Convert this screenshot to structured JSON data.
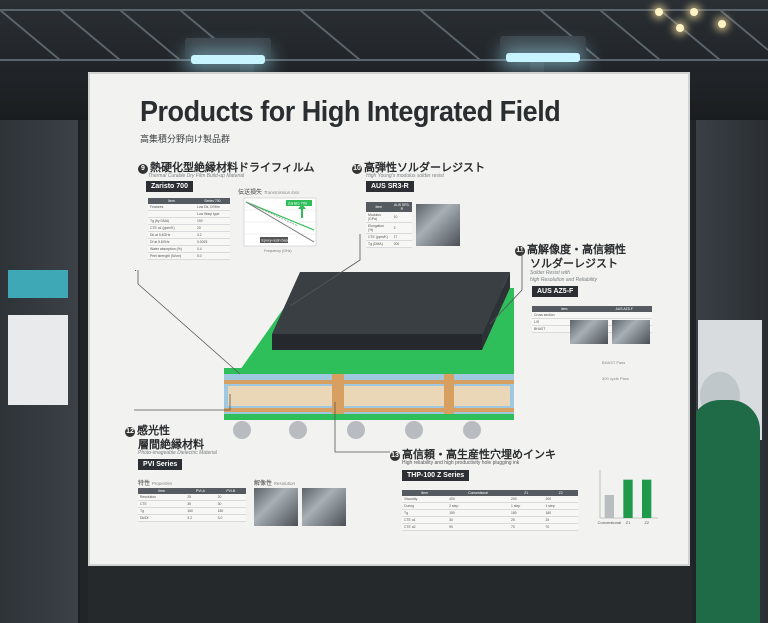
{
  "board": {
    "title": "Products for High Integrated Field",
    "subtitle": "高集積分野向け製品群"
  },
  "sections": [
    {
      "num": "9",
      "title": "熱硬化型絶縁材料ドライフィルム",
      "subtitle": "Thermal Curable Dry Film Build-up Material",
      "badge": "Zaristo 700",
      "chart_label_jp": "伝送損失",
      "chart_label_en": "Transmission loss",
      "chart_tags": [
        "Zaristo 700",
        "Epoxy-resin base"
      ],
      "chart_xlabel": "Frequency (GHz)"
    },
    {
      "num": "10",
      "title": "高弾性ソルダーレジスト",
      "subtitle": "High Young's modulus solder resist",
      "badge": "AUS SR3-R"
    },
    {
      "num": "11",
      "title_line1": "高解像度・高信頼性",
      "title_line2": "ソルダーレジスト",
      "subtitle_line1": "Solder Resist with",
      "subtitle_line2": "high Resolution and Reliability",
      "badge": "AUS AZ5-F"
    },
    {
      "num": "12",
      "title_line1": "感光性",
      "title_line2": "層間絶縁材料",
      "subtitle": "Photo-imageable Dielectric Material",
      "badge": "PVI Series",
      "props_jp": "特性",
      "props_en": "Properties",
      "res_jp": "解像性",
      "res_en": "Resolution"
    },
    {
      "num": "13",
      "title": "高信頼・高生産性穴埋めインキ",
      "subtitle": "High reliability and high productivity hole plugging ink",
      "badge": "THP-100 Z Series"
    }
  ],
  "tables": {
    "zaristo": {
      "headers": [
        "Item",
        "Series 700"
      ],
      "rows": [
        [
          "Features",
          "Low Dk, Df film"
        ],
        [
          "",
          "Low Warp type"
        ],
        [
          "Tg (by DMA)",
          "190"
        ],
        [
          "CTE α1 (ppm/K)",
          "20"
        ],
        [
          "Dk at 5.8GHz",
          "3.2"
        ],
        [
          "Df at 5.8GHz",
          "0.0025"
        ],
        [
          "Water absorption (%)",
          "0.4"
        ],
        [
          "Peel strength (N/cm)",
          "5.0"
        ]
      ]
    },
    "sr3r": {
      "headers": [
        "Item",
        "AUS SR3-R"
      ],
      "rows": [
        [
          "Modulus (GPa)",
          "10"
        ],
        [
          "Elongation (%)",
          "2"
        ],
        [
          "CTE (ppm/K)",
          "17"
        ],
        [
          "Tg (DMA)",
          "200"
        ]
      ]
    },
    "az5f": {
      "headers": [
        "Item",
        "AUS AZ5-F"
      ],
      "rows": [
        [
          "Cross section",
          ""
        ],
        [
          "L/S",
          "10/10"
        ],
        [
          "BHAST",
          "Pass"
        ]
      ],
      "note1": "BHAST Pass",
      "note2": "300 cycle Pass"
    },
    "pvi": {
      "headers": [
        "Item",
        "PVI-A",
        "PVI-B"
      ],
      "rows": [
        [
          "Resolution",
          "25",
          "20"
        ],
        [
          "CTE",
          "35",
          "30"
        ],
        [
          "Tg",
          "160",
          "180"
        ],
        [
          "Dk/Df",
          "3.2",
          "3.0"
        ]
      ]
    },
    "thp": {
      "headers": [
        "Item",
        "Conventional",
        "Z1",
        "Z2"
      ],
      "rows": [
        [
          "Viscosity",
          "400",
          "200",
          "200"
        ],
        [
          "Curing",
          "2 step",
          "1 step",
          "1 step"
        ],
        [
          "Tg",
          "150",
          "180",
          "180"
        ],
        [
          "CTE α1",
          "30",
          "25",
          "25"
        ],
        [
          "CTE α2",
          "90",
          "70",
          "70"
        ]
      ]
    }
  },
  "chart_data": {
    "type": "bar",
    "categories": [
      "Conventional",
      "Z1",
      "Z2"
    ],
    "values": [
      60,
      100,
      100
    ],
    "ylim": [
      0,
      120
    ],
    "colors": [
      "#b9bdbf",
      "#1f9a4a",
      "#1f9a4a"
    ]
  },
  "colors": {
    "board": "#f2f3f1",
    "accent_green": "#2fbf5a",
    "dark": "#2b2f33"
  }
}
